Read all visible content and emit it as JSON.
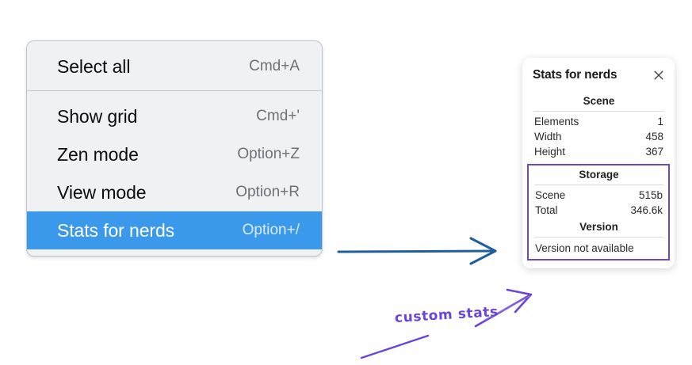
{
  "menu": {
    "groups": [
      {
        "items": [
          {
            "label": "Select all",
            "shortcut": "Cmd+A",
            "highlighted": false
          }
        ]
      },
      {
        "items": [
          {
            "label": "Show grid",
            "shortcut": "Cmd+'",
            "highlighted": false
          },
          {
            "label": "Zen mode",
            "shortcut": "Option+Z",
            "highlighted": false
          },
          {
            "label": "View mode",
            "shortcut": "Option+R",
            "highlighted": false
          },
          {
            "label": "Stats for nerds",
            "shortcut": "Option+/",
            "highlighted": true
          }
        ]
      }
    ],
    "highlight_color": "#3B99EC"
  },
  "stats_panel": {
    "title": "Stats for nerds",
    "close_icon": "close-icon",
    "sections": [
      {
        "title": "Scene",
        "rows": [
          {
            "key": "Elements",
            "value": "1"
          },
          {
            "key": "Width",
            "value": "458"
          },
          {
            "key": "Height",
            "value": "367"
          }
        ]
      },
      {
        "title": "Storage",
        "rows": [
          {
            "key": "Scene",
            "value": "515b"
          },
          {
            "key": "Total",
            "value": "346.6k"
          }
        ]
      },
      {
        "title": "Version",
        "note": "Version not available"
      }
    ],
    "highlight_border_color": "#6C48C6"
  },
  "annotations": {
    "blue_arrow": {
      "name": "blue-arrow",
      "color": "#1F5F9E"
    },
    "custom_stats_label": "custom stats",
    "purple_color": "#6A45D6"
  }
}
